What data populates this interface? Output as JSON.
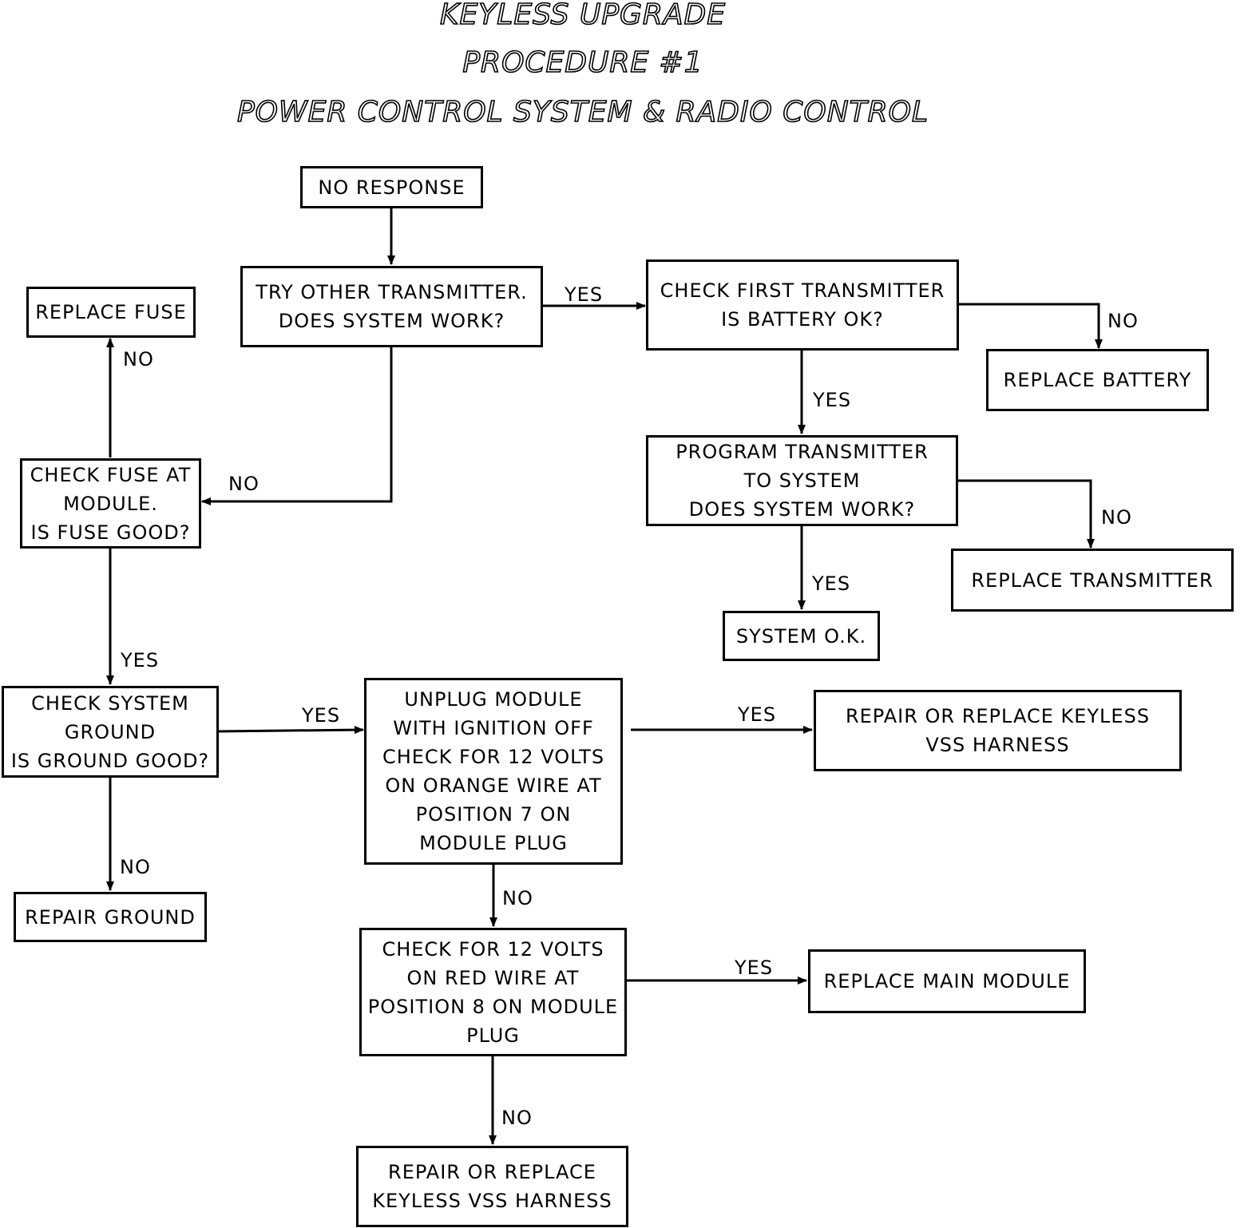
{
  "title": {
    "line1": "KEYLESS UPGRADE",
    "line2": "PROCEDURE #1",
    "line3": "POWER CONTROL SYSTEM & RADIO CONTROL"
  },
  "nodes": {
    "no_response": "NO RESPONSE",
    "try_other_transmitter": "TRY OTHER TRANSMITTER.\nDOES SYSTEM WORK?",
    "check_first_transmitter": "CHECK FIRST TRANSMITTER\nIS BATTERY OK?",
    "replace_battery": "REPLACE BATTERY",
    "program_transmitter": "PROGRAM TRANSMITTER\nTO SYSTEM\nDOES SYSTEM WORK?",
    "replace_transmitter": "REPLACE TRANSMITTER",
    "system_ok": "SYSTEM O.K.",
    "replace_fuse": "REPLACE FUSE",
    "check_fuse": "CHECK FUSE AT\nMODULE.\nIS FUSE GOOD?",
    "check_ground": "CHECK SYSTEM\nGROUND\nIS GROUND GOOD?",
    "repair_ground": "REPAIR GROUND",
    "unplug_module": "UNPLUG MODULE\nWITH IGNITION OFF\nCHECK FOR 12 VOLTS\nON ORANGE WIRE AT\nPOSITION 7 ON\nMODULE PLUG",
    "repair_harness_top": "REPAIR OR REPLACE KEYLESS\nVSS HARNESS",
    "check_red_wire": "CHECK FOR 12 VOLTS\nON RED WIRE AT\nPOSITION 8 ON MODULE\nPLUG",
    "replace_main_module": "REPLACE MAIN MODULE",
    "repair_harness_bottom": "REPAIR OR REPLACE\nKEYLESS VSS HARNESS"
  },
  "edge_labels": {
    "try_to_check_first": "YES",
    "check_first_to_battery": "NO",
    "check_first_to_program": "YES",
    "program_to_replace_transmitter": "NO",
    "program_to_system_ok": "YES",
    "try_to_check_fuse": "NO",
    "fuse_to_replace_fuse": "NO",
    "fuse_to_ground": "YES",
    "ground_to_unplug": "YES",
    "ground_to_repair_ground": "NO",
    "unplug_to_repair_harness": "YES",
    "unplug_to_red_wire": "NO",
    "red_wire_to_main_module": "YES",
    "red_wire_to_repair_harness": "NO"
  },
  "colors": {
    "ink": "#000000",
    "paper": "#ffffff"
  }
}
